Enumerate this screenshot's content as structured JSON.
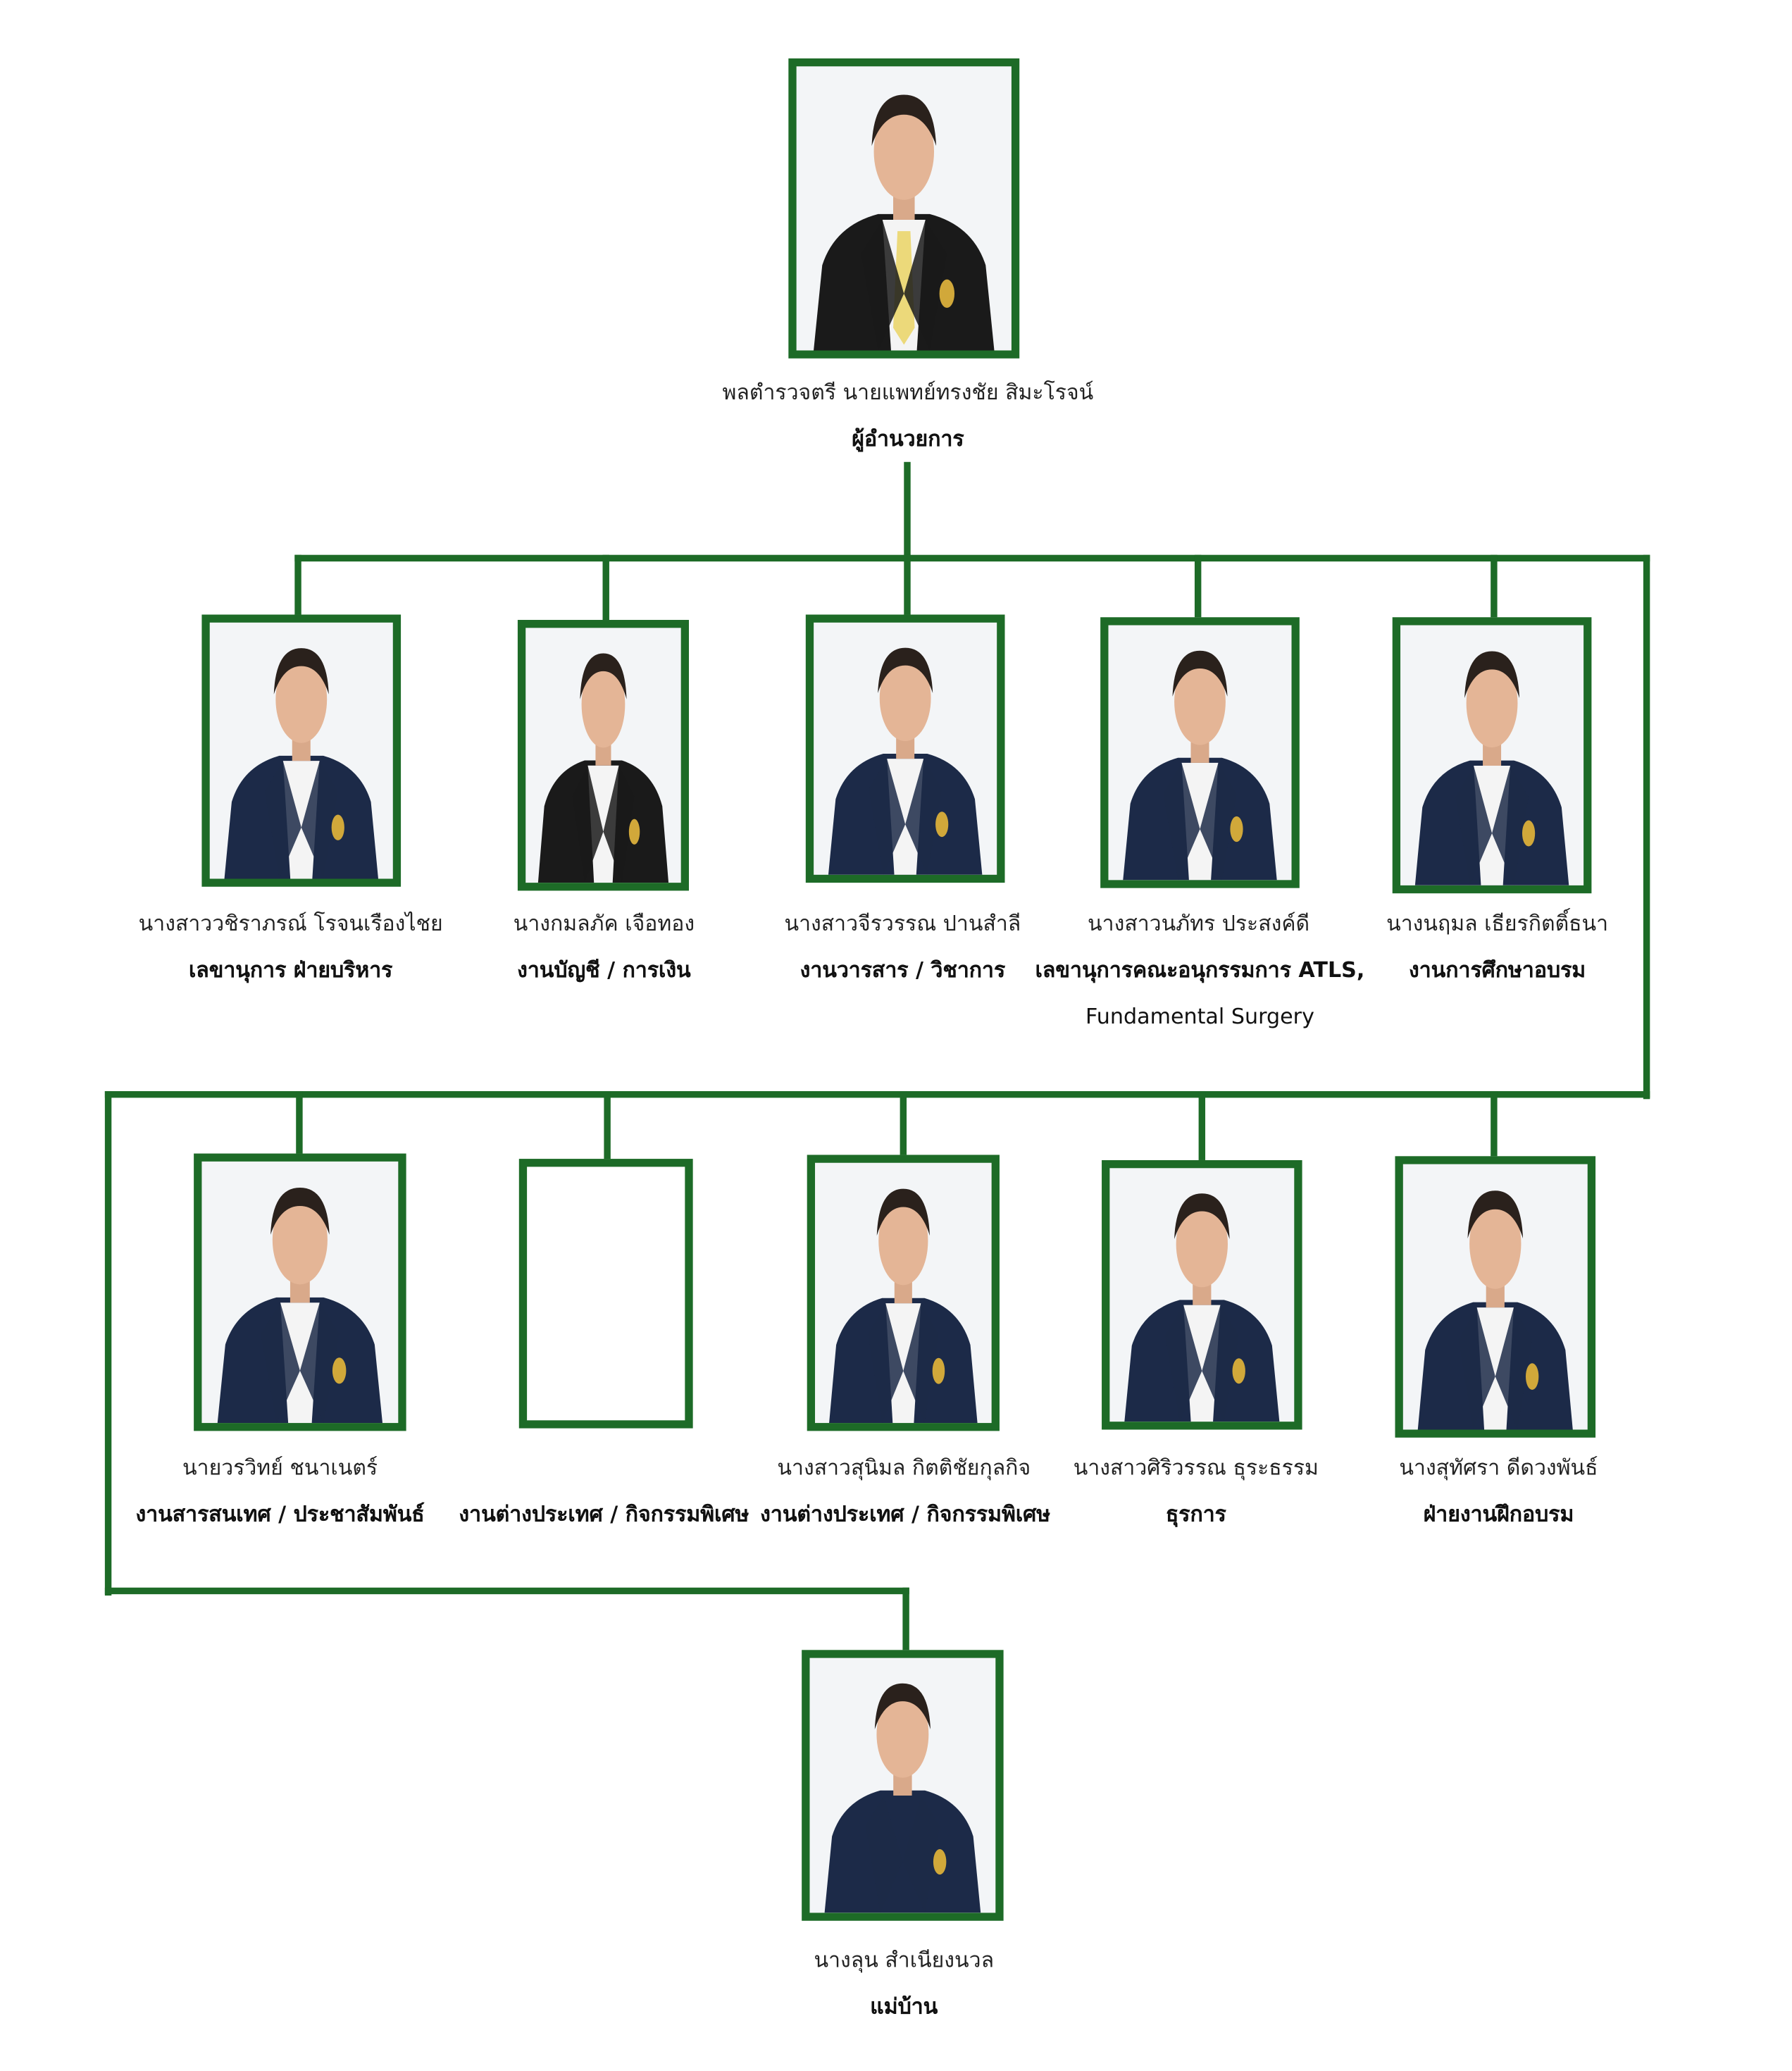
{
  "colors": {
    "line": "#1d6b27",
    "navy_jacket": "#1c2a48",
    "black_jacket": "#1a1a1a"
  },
  "director": {
    "name": "พลตำรวจตรี นายแพทย์ทรงชัย สิมะโรจน์",
    "role": "ผู้อำนวยการ"
  },
  "row1": [
    {
      "name": "นางสาววชิราภรณ์  โรจนเรืองไชย",
      "role": "เลขานุการ ฝ่ายบริหาร"
    },
    {
      "name": "นางกมลภัค เจือทอง",
      "role": "งานบัญชี / การเงิน"
    },
    {
      "name": "นางสาวจีรวรรณ ปานสำลี",
      "role": "งานวารสาร / วิชาการ"
    },
    {
      "name": "นางสาวนภัทร ประสงค์ดี",
      "role": "เลขานุการคณะอนุกรรมการ ATLS,",
      "role_line2": "Fundamental Surgery"
    },
    {
      "name": "นางนฤมล เธียรกิตติ์ธนา",
      "role": "งานการศึกษาอบรม"
    }
  ],
  "row2": [
    {
      "name": "นายวรวิทย์ ชนาเนตร์",
      "role": "งานสารสนเทศ / ประชาสัมพันธ์"
    },
    {
      "role": "งานต่างประเทศ / กิจกรรมพิเศษ"
    },
    {
      "name": "นางสาวสุนิมล กิตติชัยกุลกิจ",
      "role": "งานต่างประเทศ / กิจกรรมพิเศษ"
    },
    {
      "name": "นางสาวศิริวรรณ  ธุระธรรม",
      "role": "ธุรการ"
    },
    {
      "name": "นางสุทัศรา ดีดวงพันธ์",
      "role": "ฝ่ายงานฝึกอบรม"
    }
  ],
  "bottom": {
    "name": "นางลุน สำเนียงนวล",
    "role": "แม่บ้าน"
  }
}
